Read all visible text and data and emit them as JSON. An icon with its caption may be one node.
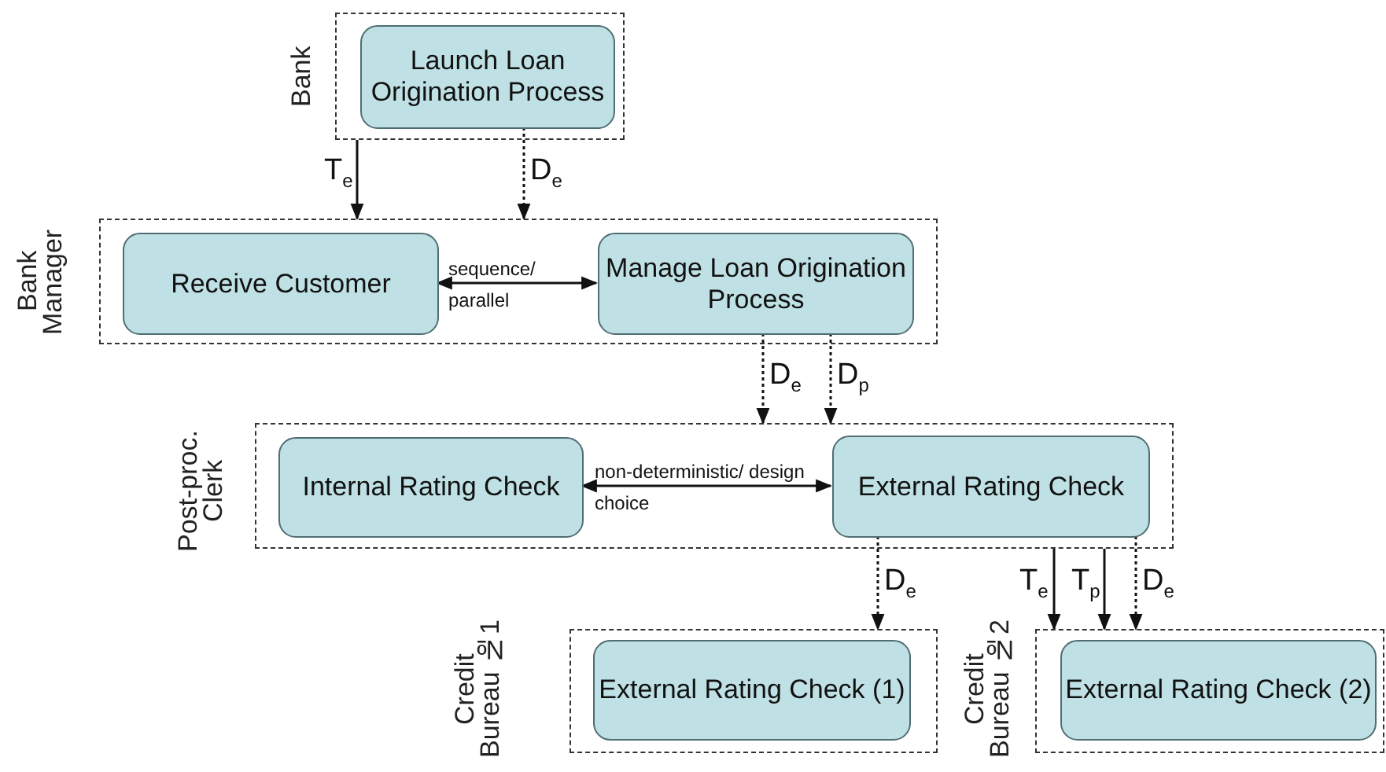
{
  "diagram": {
    "nodes": [
      {
        "text": [
          "Bank"
        ]
      },
      {
        "text": [
          "Launch Loan Origination Process"
        ],
        "in": 0
      },
      {
        "text": [
          "Bank Manager"
        ]
      },
      {
        "text": [
          "Receive Customer"
        ],
        "in": 2
      },
      {
        "text": [
          "Manage Loan Origination Process"
        ],
        "in": 2
      },
      {
        "text": [
          "Post-proc. Clerk"
        ]
      },
      {
        "text": [
          "Internal Rating Check"
        ],
        "in": 5
      },
      {
        "text": [
          "External Rating Check"
        ],
        "in": 5
      },
      {
        "text": [
          "Credit Bureau №1"
        ]
      },
      {
        "text": [
          "External Rating Check (1)"
        ],
        "in": 8
      },
      {
        "text": [
          "Credit Bureau №2"
        ]
      },
      {
        "text": [
          "External Rating Check (2)"
        ],
        "in": 10
      }
    ],
    "edges": [
      {
        "from": 0,
        "to": 2,
        "arrow": "to",
        "label": "T$_{e}$"
      },
      {
        "from": 1,
        "to": 2,
        "arrow": "to",
        "label": "D$_{e}$",
        "style": "dashed"
      },
      {
        "from": 3,
        "to": 4,
        "arrow": "both",
        "label": "sequence/ parallel"
      },
      {
        "from": 4,
        "to": 5,
        "arrow": "to",
        "label": "D$_{e}$",
        "style": "dashed"
      },
      {
        "from": 4,
        "to": 5,
        "arrow": "to",
        "label": "D$_{p}$",
        "style": "dashed"
      },
      {
        "from": 6,
        "to": 7,
        "arrow": "both",
        "label": "non-deterministic/ design choice"
      },
      {
        "from": 7,
        "to": 8,
        "arrow": "to",
        "label": "D$_{e}$",
        "style": "dashed"
      },
      {
        "from": 5,
        "to": 10,
        "arrow": "to",
        "label": "T$_{e}$"
      },
      {
        "from": 5,
        "to": 10,
        "arrow": "to",
        "label": "T$_{p}$"
      },
      {
        "from": 7,
        "to": 10,
        "arrow": "to",
        "label": "D$_{e}$",
        "style": "dashed"
      }
    ]
  }
}
